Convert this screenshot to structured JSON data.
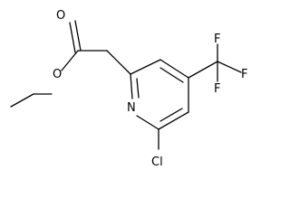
{
  "structure": {
    "labels": {
      "carbonyl_oxygen": "O",
      "ester_oxygen": "O",
      "ring_nitrogen": "N",
      "chlorine": "Cl",
      "fluorine_top": "F",
      "fluorine_right": "F",
      "fluorine_bottom": "F"
    }
  }
}
